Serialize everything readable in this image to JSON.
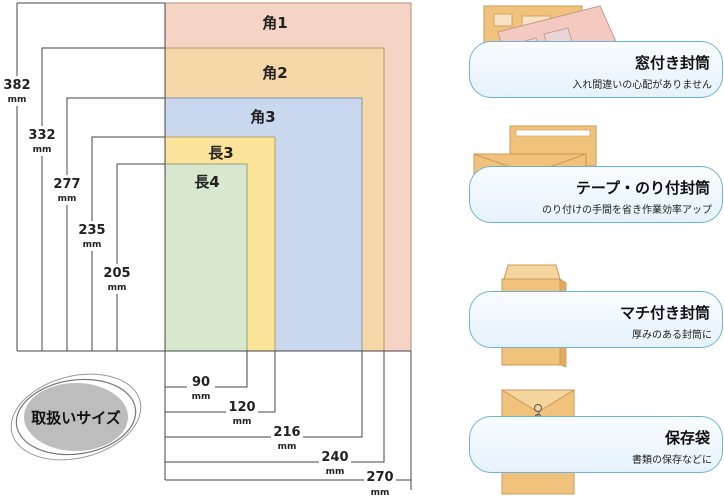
{
  "sizes": [
    {
      "name": "角1",
      "color": "#f6d4c5",
      "width": 270,
      "height": 382
    },
    {
      "name": "角2",
      "color": "#f5d7a8",
      "width": 240,
      "height": 332
    },
    {
      "name": "角3",
      "color": "#c9d8ee",
      "width": 216,
      "height": 277
    },
    {
      "name": "長3",
      "color": "#fbe49a",
      "width": 120,
      "height": 235
    },
    {
      "name": "長4",
      "color": "#d8e8cf",
      "width": 90,
      "height": 205
    }
  ],
  "unit": "mm",
  "badge_label": "取扱いサイズ",
  "features": [
    {
      "title": "窓付き封筒",
      "desc": "入れ間違いの心配がありません"
    },
    {
      "title": "テープ・のり付封筒",
      "desc": "のり付けの手間を省き作業効率アップ"
    },
    {
      "title": "マチ付き封筒",
      "desc": "厚みのある封筒に"
    },
    {
      "title": "保存袋",
      "desc": "書類の保存などに"
    }
  ]
}
